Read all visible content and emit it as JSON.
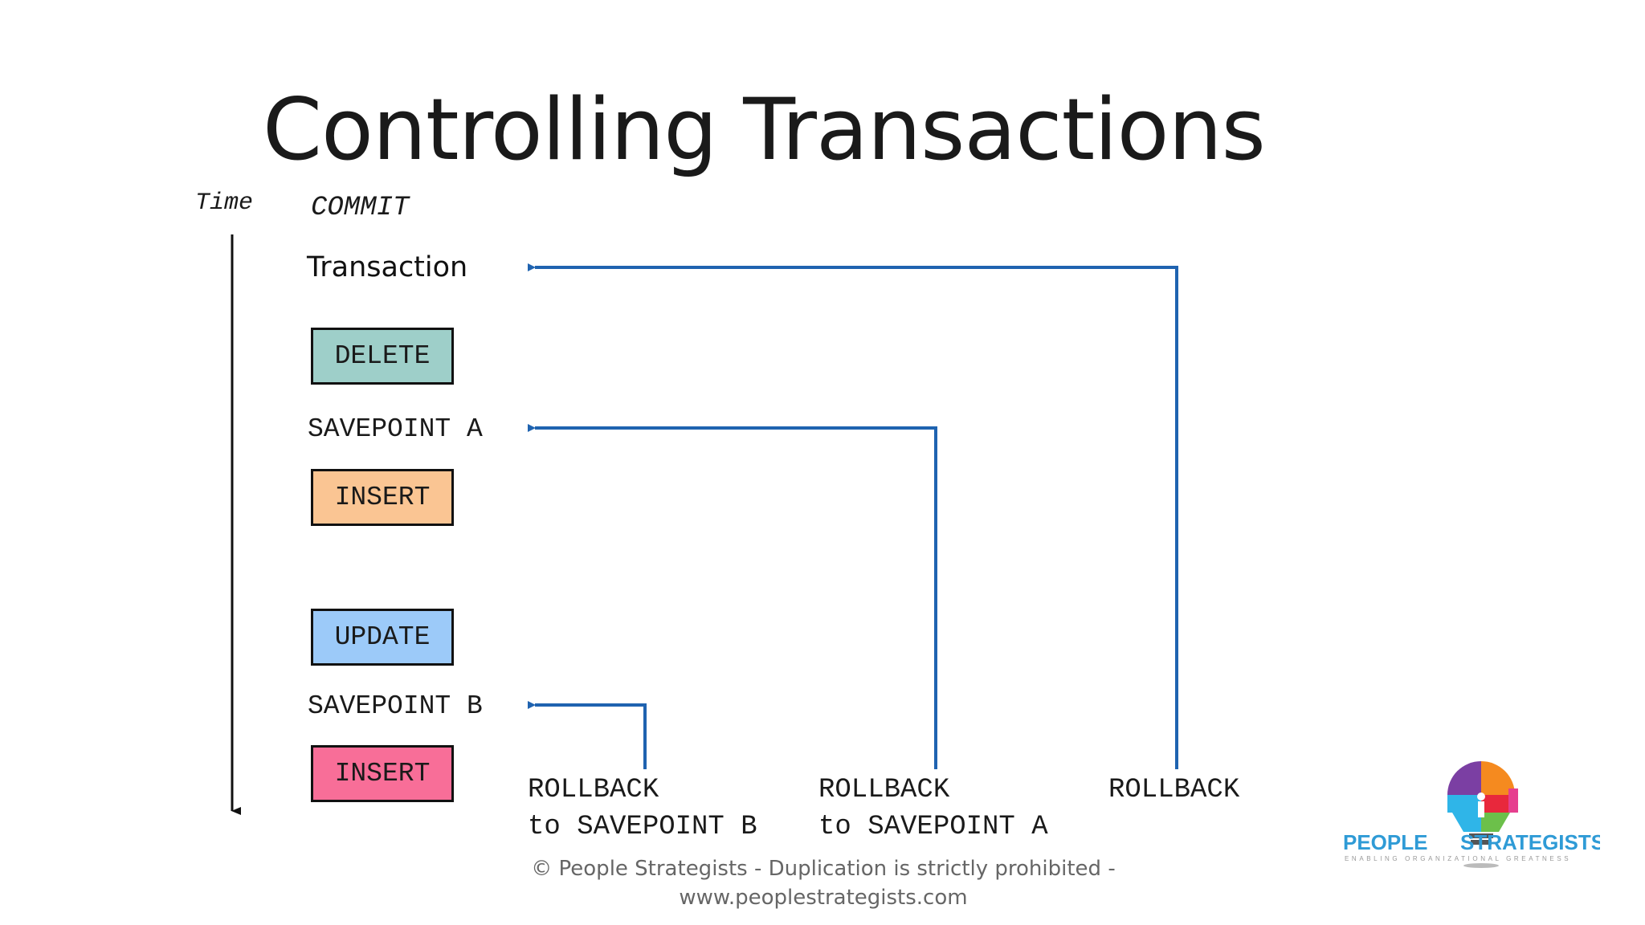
{
  "slide": {
    "title": "Controlling Transactions",
    "time_label": "Time",
    "commit_label": "COMMIT",
    "transaction_label": "Transaction",
    "savepoint_a": "SAVEPOINT A",
    "savepoint_b": "SAVEPOINT B"
  },
  "statements": {
    "delete": "DELETE",
    "insert_1": "INSERT",
    "update": "UPDATE",
    "insert_2": "INSERT"
  },
  "rollbacks": {
    "to_b_line1": "ROLLBACK",
    "to_b_line2": "to SAVEPOINT B",
    "to_a_line1": "ROLLBACK",
    "to_a_line2": "to SAVEPOINT A",
    "full": "ROLLBACK"
  },
  "footer": {
    "line1": "© People Strategists - Duplication is strictly prohibited -",
    "line2": "www.peoplestrategists.com"
  },
  "logo": {
    "left_word": "PEOPLE",
    "right_word": "STRATEGISTS",
    "tagline": "ENABLING ORGANIZATIONAL GREATNESS"
  },
  "colors": {
    "arrow": "#1f63b0",
    "delete_box": "#9ecfc9",
    "insert_box_1": "#fac593",
    "update_box": "#9ccaf9",
    "insert_box_2": "#f86e98",
    "logo_text": "#2f9bd6"
  }
}
